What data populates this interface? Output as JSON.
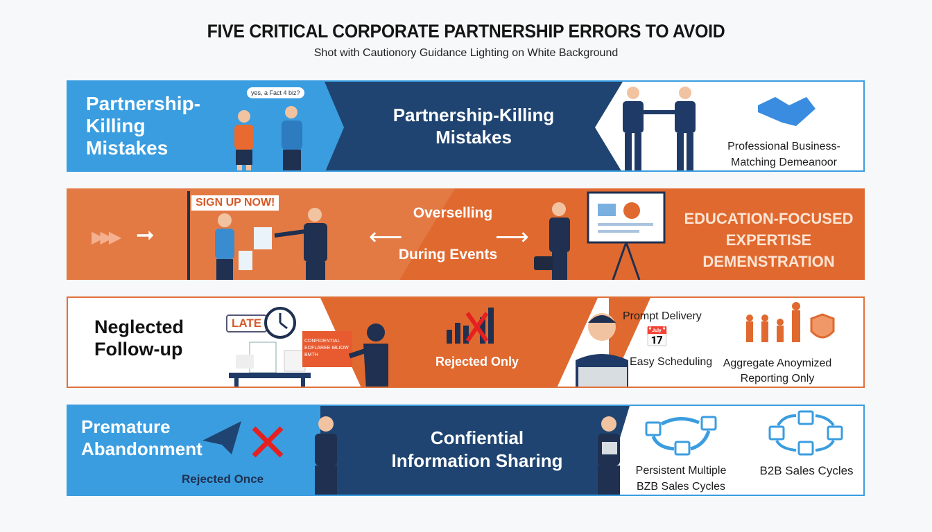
{
  "header": {
    "title": "FIVE CRITICAL CORPORATE PARTNERSHIP ERRORS TO AVOID",
    "subtitle": "Shot with Cautionory Guidance Lighting on White Background"
  },
  "rows": [
    {
      "left_title": [
        "Partnership-",
        "Killing",
        "Mistakes"
      ],
      "speech_bubble": "yes, a Fact 4 biz?",
      "middle_title": [
        "Partnership-Killing",
        "Mistakes"
      ],
      "right_text": [
        "Professional Business-",
        "Matching Demeanoor"
      ]
    },
    {
      "sign": "SIGN UP NOW!",
      "middle_top": "Overselling",
      "middle_bottom": "During Events",
      "right_title": [
        "EDUCATION-FOCUSED",
        "EXPERTISE",
        "DEMENSTRATION"
      ]
    },
    {
      "left_title": [
        "Neglected",
        "Follow-up"
      ],
      "late_badge": "LATE",
      "folder_text": [
        "CONFIDENTIAL",
        "EOFLAREE IBLIOW",
        "BMTH"
      ],
      "middle_text": "Rejected Only",
      "prompt": "Prompt Delivery",
      "scheduling": "Easy Scheduling",
      "reporting": [
        "Aggregate Anoymized",
        "Reporting Only"
      ]
    },
    {
      "left_title": [
        "Premature",
        "Abandonment"
      ],
      "left_sub": "Rejected Once",
      "middle_title": [
        "Confiential",
        "Information Sharing"
      ],
      "right_a": [
        "Persistent Multiple",
        "BZB Sales Cycles"
      ],
      "right_b": "B2B Sales Cycles"
    }
  ],
  "colors": {
    "blue": "#3a9de0",
    "navy": "#1f4471",
    "orange": "#e0703a",
    "white": "#ffffff"
  }
}
